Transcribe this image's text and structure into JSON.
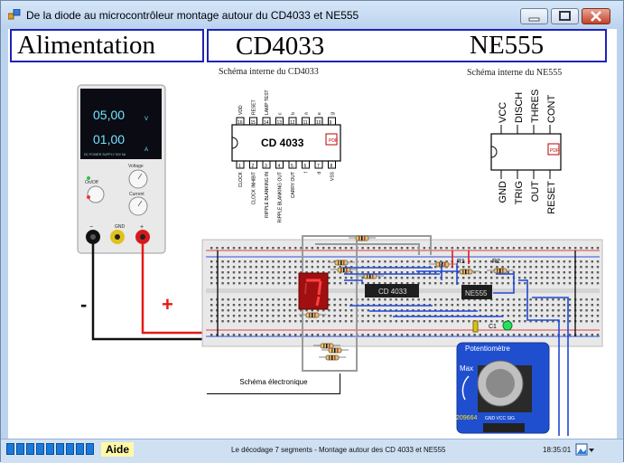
{
  "window": {
    "title": "De la diode au microcontrôleur montage autour du CD4033 et NE555",
    "buttons": [
      "minimize",
      "maximize",
      "close"
    ]
  },
  "header": {
    "left_title": "Alimentation",
    "chip1_title": "CD4033",
    "chip2_title": "NE555"
  },
  "captions": {
    "cd4033_internal": "Schéma interne du CD4033",
    "ne555_internal": "Schéma interne du NE555"
  },
  "power_supply": {
    "voltage": "05,00",
    "voltage_unit": "V",
    "current": "01,00",
    "current_unit": "A",
    "model": "DC POWER SUPPLY 30V 5A",
    "onoff_label": "On/Off",
    "voltage_knob": "Voltage",
    "current_knob": "Current",
    "gnd_label": "GND",
    "minus": "−",
    "plus": "+"
  },
  "wire_labels": {
    "minus": "-",
    "plus": "+"
  },
  "cd4033_chip": {
    "label": "CD 4033",
    "top_pins": [
      "16",
      "15",
      "14",
      "13",
      "12",
      "11",
      "10",
      "9"
    ],
    "bottom_pins": [
      "1",
      "2",
      "3",
      "4",
      "5",
      "6",
      "7",
      "8"
    ],
    "top_names": [
      "VDD",
      "RESET",
      "LAMP TEST",
      "c",
      "b",
      "a",
      "e",
      "g"
    ],
    "bottom_names": [
      "CLOCK",
      "CLOCK INHIBIT",
      "RIPPLE BLANKING IN",
      "RIPPLE BLANKING OUT",
      "CARRY OUT",
      "f",
      "d",
      "VSS"
    ]
  },
  "ne555_chip": {
    "top_pins": [
      "8",
      "7",
      "6",
      "5"
    ],
    "bottom_pins": [
      "1",
      "2",
      "3",
      "4"
    ],
    "top_names": [
      "VCC",
      "DISCH",
      "THRES",
      "CONT"
    ],
    "bottom_names": [
      "GND",
      "TRIG",
      "OUT",
      "RESET"
    ]
  },
  "breadboard": {
    "chip1_label": "CD 4033",
    "chip2_label": "NE555",
    "r1": "R1",
    "r2": "R2",
    "c1": "C1",
    "display_digit": "7",
    "accent_red": "#e81818",
    "accent_blue": "#1f49d8"
  },
  "potentiometer": {
    "title": "Potentiomètre",
    "max_label": "Max",
    "value": "209664",
    "pins": "GND VCC SIG"
  },
  "schema_button": {
    "label": "Schéma électronique"
  },
  "statusbar": {
    "help": "Aide",
    "message": "Le décodage 7 segments - Montage autour des CD 4033 et NE555",
    "time": "18:35:01",
    "progress_segments": 9
  }
}
